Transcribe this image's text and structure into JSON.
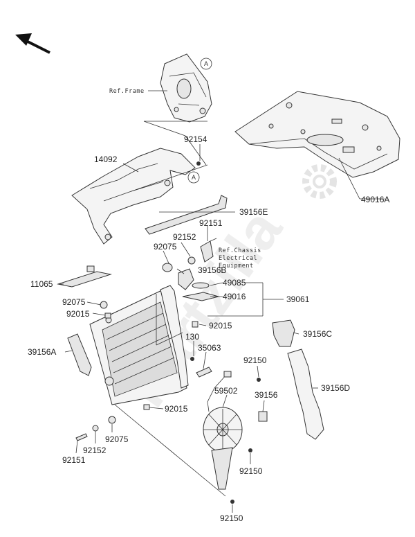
{
  "watermark": "Partzilla",
  "reference_labels": {
    "frame": "Ref.Frame",
    "chassis_line1": "Ref.Chassis",
    "chassis_line2": "Electrical",
    "chassis_line3": "Equipment"
  },
  "view_marker": "A",
  "part_numbers": {
    "p92154": "92154",
    "p14092": "14092",
    "p49016A": "49016A",
    "p39156E": "39156E",
    "p92151_top": "92151",
    "p92152_top": "92152",
    "p92075_top": "92075",
    "p39156B": "39156B",
    "p49085": "49085",
    "p11065": "11065",
    "p49016": "49016",
    "p39061": "39061",
    "p92075_mid": "92075",
    "p92015_left": "92015",
    "p92015_mid": "92015",
    "p130": "130",
    "p35063": "35063",
    "p39156C": "39156C",
    "p39156A": "39156A",
    "p92150_a": "92150",
    "p39156D": "39156D",
    "p59502": "59502",
    "p39156": "39156",
    "p92015_low": "92015",
    "p92075_low": "92075",
    "p92152_low": "92152",
    "p92151_low": "92151",
    "p92150_b": "92150",
    "p92150_c": "92150"
  },
  "icons": {
    "direction": "arrow-up-left-icon",
    "logo": "gear-icon"
  }
}
